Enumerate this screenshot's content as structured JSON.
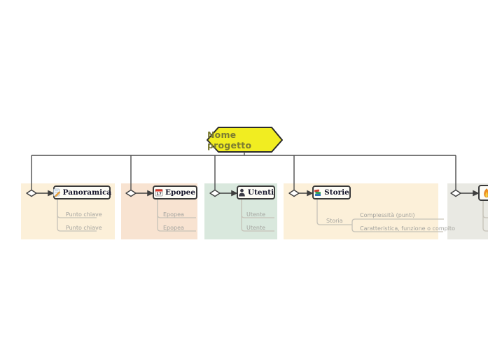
{
  "diagram": {
    "type": "mind-map",
    "root": {
      "label": "Nome progetto",
      "fill_color": "#f1ed21",
      "text_color": "#7b7b31",
      "shape": "hexagon"
    },
    "branches": [
      {
        "label": "Panoramica",
        "icon": "memo-icon",
        "panel_color": "#fcf0d9",
        "children": [
          "Punto chiave",
          "Punto chiave"
        ]
      },
      {
        "label": "Epopee",
        "icon": "calendar-icon",
        "calendar_day": "17",
        "panel_color": "#f8e3d1",
        "children": [
          "Epopea",
          "Epopea"
        ]
      },
      {
        "label": "Utenti",
        "icon": "user-icon",
        "panel_color": "#d9e8dd",
        "children": [
          "Utente",
          "Utente"
        ]
      },
      {
        "label": "Storie",
        "icon": "books-icon",
        "panel_color": "#fcf0d9",
        "children": [
          {
            "label": "Storia",
            "children": [
              "Complessità (punti)",
              "Caratteristica, funzione o compito"
            ]
          }
        ]
      },
      {
        "label": "",
        "icon": "flame-icon",
        "panel_color": "#e9e9e3",
        "truncated": true,
        "children": []
      }
    ],
    "connector_colors": {
      "trunk": "#4d4d4d",
      "child_lines": "#c6c2b8",
      "diamond_fill": "#ffffff"
    }
  }
}
